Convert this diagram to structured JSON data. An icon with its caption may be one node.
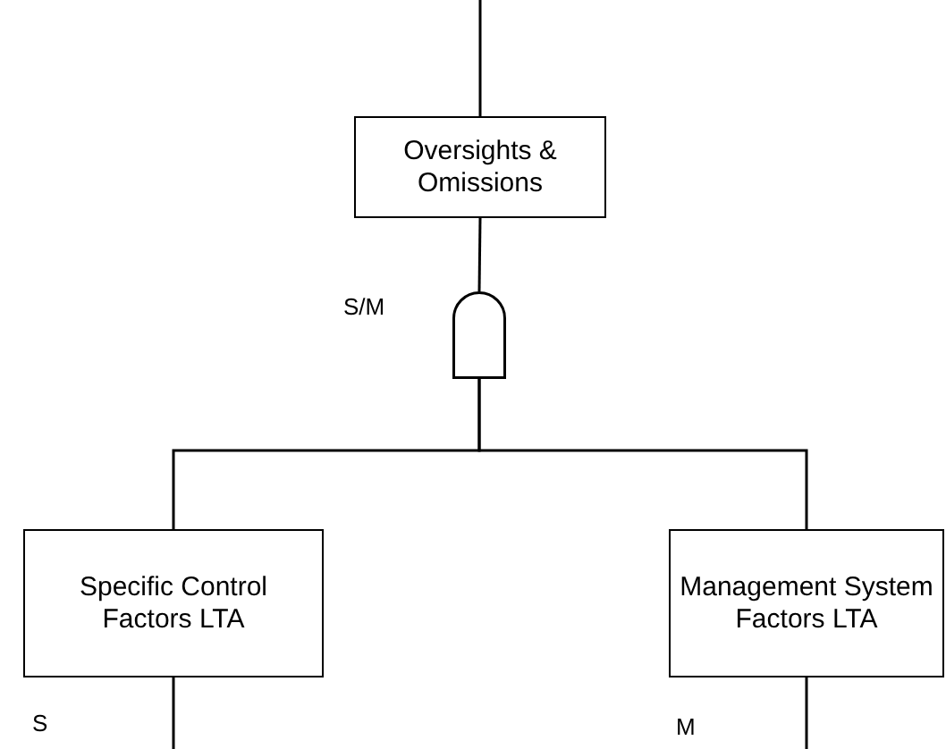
{
  "diagram": {
    "nodes": [
      {
        "text": [
          "Oversights & Omissions"
        ]
      },
      {
        "text": [],
        "shape": "gate",
        "beside": [
          "S/M"
        ]
      },
      {
        "text": [
          "Specific Control Factors LTA"
        ],
        "beside": [
          "S"
        ]
      },
      {
        "text": [
          "Management System Factors LTA"
        ],
        "beside": [
          "M"
        ]
      }
    ],
    "edges": [
      {
        "from": null,
        "to": 0,
        "arrow": "none"
      },
      {
        "from": 0,
        "to": 1,
        "arrow": "none"
      },
      {
        "from": 1,
        "to": 2,
        "arrow": "none"
      },
      {
        "from": 1,
        "to": 3,
        "arrow": "none"
      },
      {
        "from": 2,
        "to": null,
        "arrow": "none"
      },
      {
        "from": 3,
        "to": null,
        "arrow": "none"
      }
    ]
  }
}
